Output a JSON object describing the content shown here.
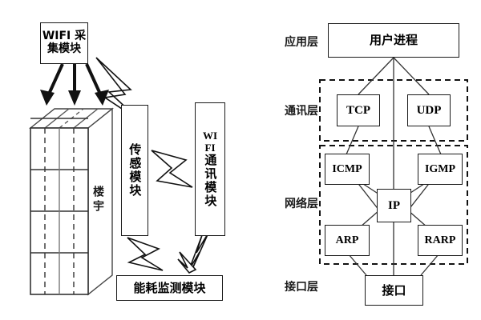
{
  "figure": {
    "background_color": "#ffffff",
    "stroke_color": "#1a1a1a",
    "panels": [
      "wifi-building-energy-monitoring-system",
      "tcp-ip-protocol-stack"
    ]
  },
  "left_panel": {
    "name": "wifi-building-energy-monitoring-system",
    "wifi_collection_module": {
      "line1": "WIFI 采",
      "line2": "集模块"
    },
    "building": {
      "label": "楼宇",
      "floor_count": 4,
      "column_count": 3
    },
    "sensor_module": {
      "label": "传感模块"
    },
    "wifi_comm_module": {
      "line1": "WI",
      "line2": "FI",
      "line3": "通讯模块"
    },
    "energy_monitor_module": {
      "label": "能耗监测模块"
    },
    "wireless_links": [
      "wifi-collection-to-wifi-comm",
      "sensor-to-wifi-comm",
      "sensor-to-energy-monitor",
      "wifi-comm-to-energy-monitor"
    ],
    "arrow_count": 3
  },
  "right_panel": {
    "name": "tcp-ip-protocol-stack",
    "layers": [
      {
        "label": "应用层",
        "nodes": [
          "用户进程"
        ],
        "dashed_group": false
      },
      {
        "label": "通讯层",
        "nodes": [
          "TCP",
          "UDP"
        ],
        "dashed_group": true
      },
      {
        "label": "网络层",
        "nodes": [
          "ICMP",
          "IGMP",
          "IP",
          "ARP",
          "RARP"
        ],
        "dashed_group": true
      },
      {
        "label": "接口层",
        "nodes": [
          "接口"
        ],
        "dashed_group": false
      }
    ],
    "nodes": {
      "user_process": "用户进程",
      "tcp": "TCP",
      "udp": "UDP",
      "icmp": "ICMP",
      "igmp": "IGMP",
      "ip": "IP",
      "arp": "ARP",
      "rarp": "RARP",
      "interface": "接口"
    }
  }
}
